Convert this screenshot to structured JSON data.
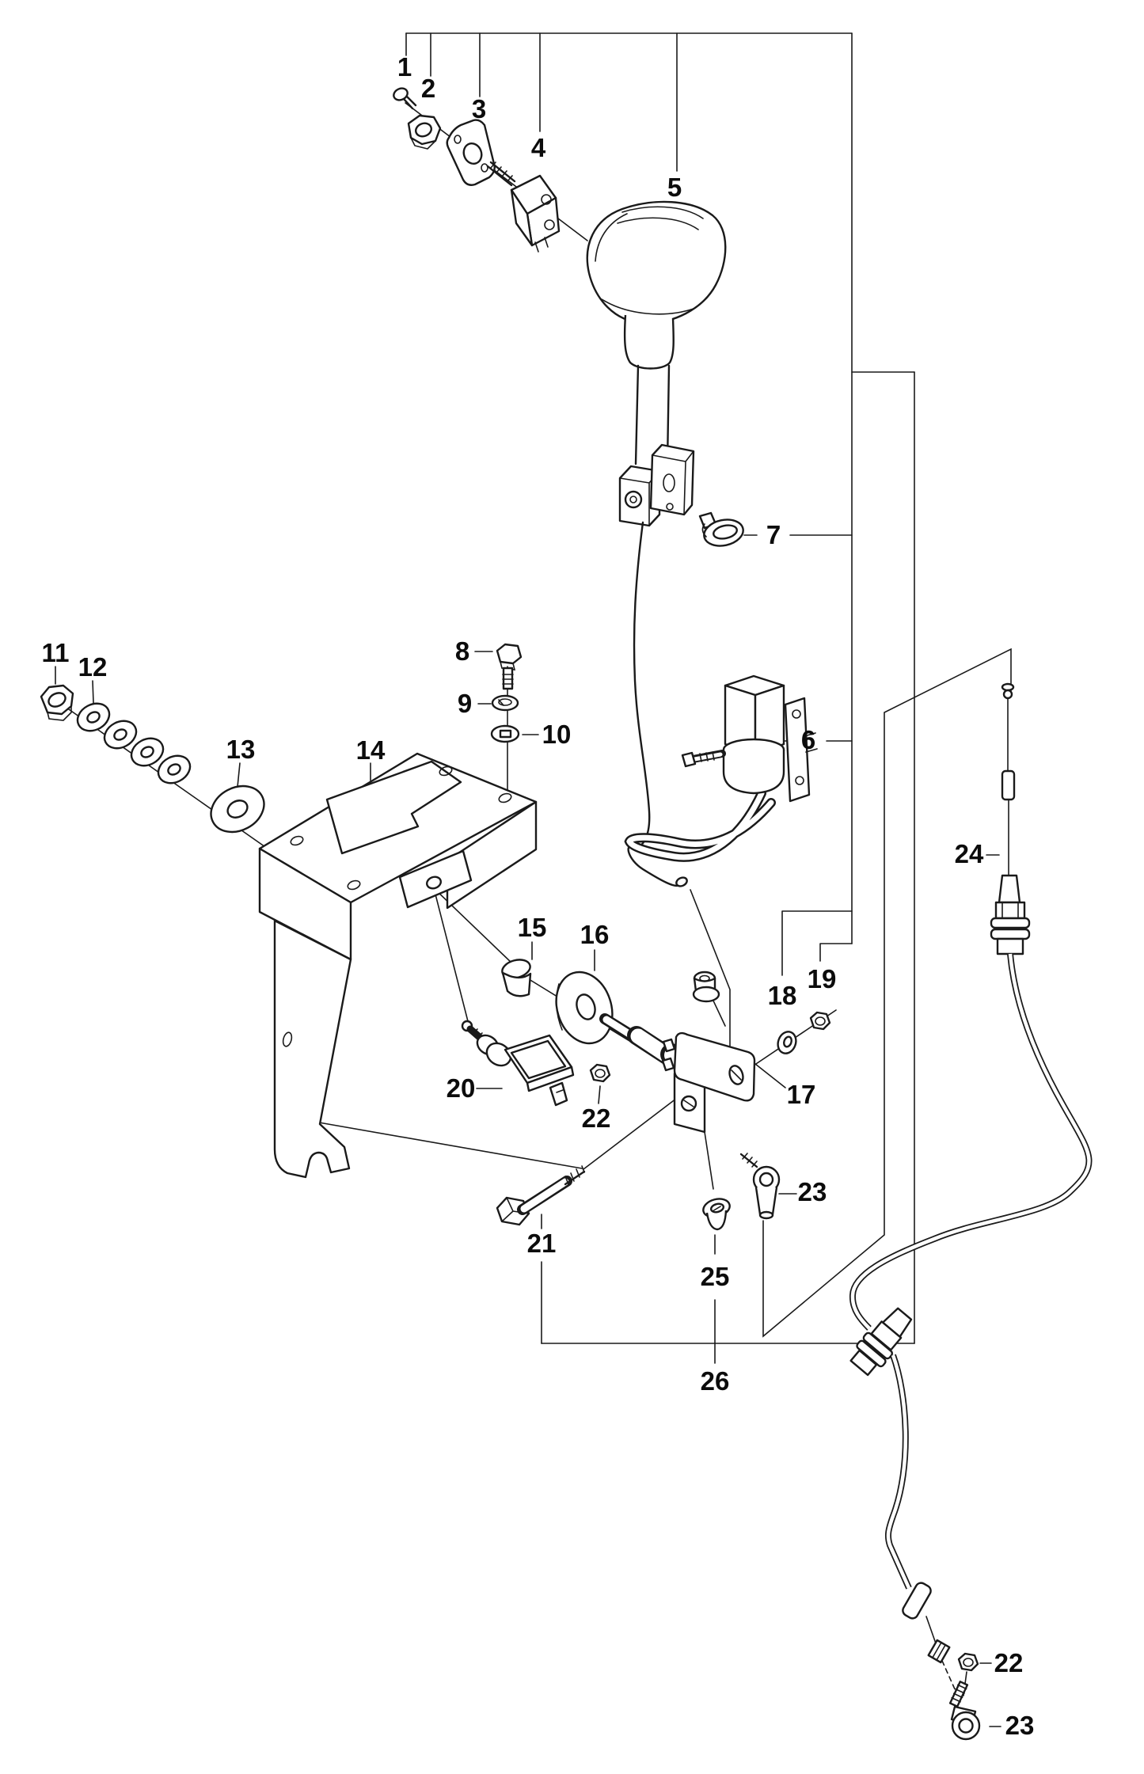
{
  "figure": {
    "type": "exploded-parts-diagram",
    "background_color": "#ffffff",
    "line_color": "#1a1a1a",
    "callouts": [
      {
        "id": "1",
        "label": "1"
      },
      {
        "id": "2",
        "label": "2"
      },
      {
        "id": "3",
        "label": "3"
      },
      {
        "id": "4",
        "label": "4"
      },
      {
        "id": "5",
        "label": "5"
      },
      {
        "id": "6",
        "label": "6"
      },
      {
        "id": "7",
        "label": "7"
      },
      {
        "id": "8",
        "label": "8"
      },
      {
        "id": "9",
        "label": "9"
      },
      {
        "id": "10",
        "label": "10"
      },
      {
        "id": "11",
        "label": "11"
      },
      {
        "id": "12",
        "label": "12"
      },
      {
        "id": "13",
        "label": "13"
      },
      {
        "id": "14",
        "label": "14"
      },
      {
        "id": "15",
        "label": "15"
      },
      {
        "id": "16",
        "label": "16"
      },
      {
        "id": "17",
        "label": "17"
      },
      {
        "id": "18",
        "label": "18"
      },
      {
        "id": "19",
        "label": "19"
      },
      {
        "id": "20",
        "label": "20"
      },
      {
        "id": "21",
        "label": "21"
      },
      {
        "id": "22",
        "label": "22"
      },
      {
        "id": "23",
        "label": "23"
      },
      {
        "id": "24",
        "label": "24"
      },
      {
        "id": "25",
        "label": "25"
      },
      {
        "id": "26",
        "label": "26"
      },
      {
        "id": "22-lower",
        "label": "22"
      },
      {
        "id": "23-lower",
        "label": "23"
      }
    ]
  }
}
